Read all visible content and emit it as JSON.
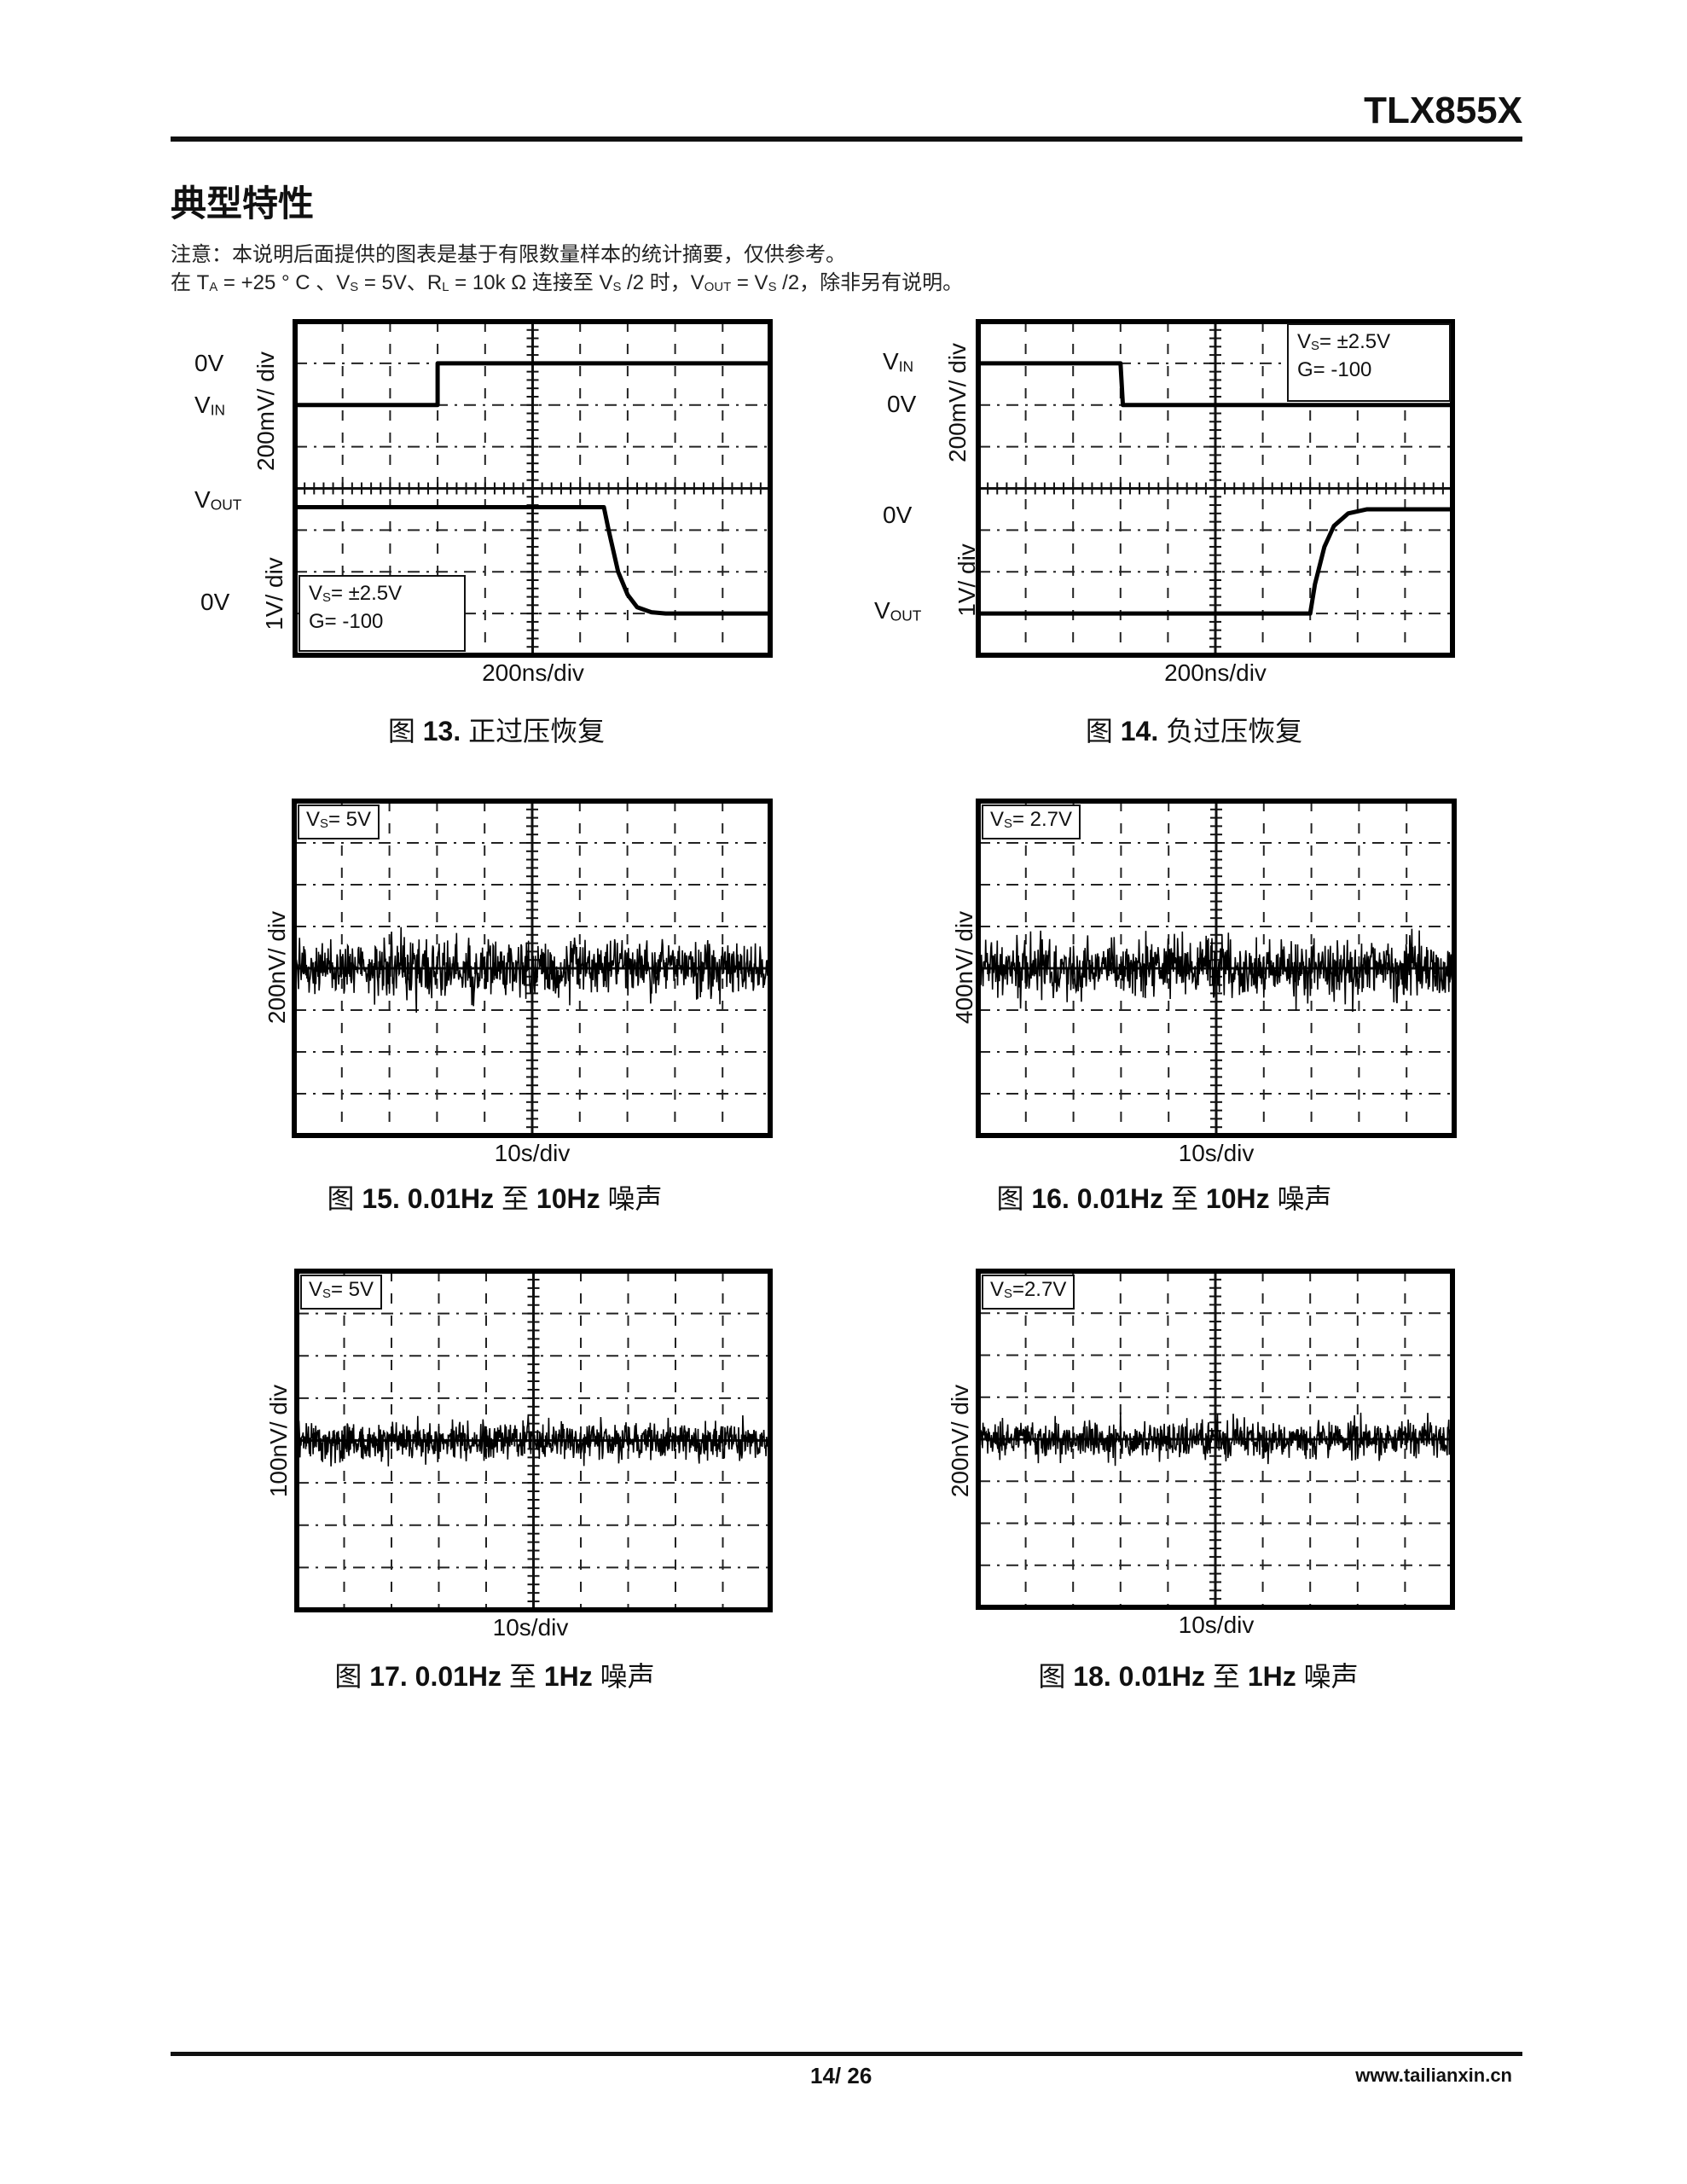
{
  "header": {
    "part": "TLX855X"
  },
  "section_title": "典型特性",
  "notes": {
    "line1": "注意：本说明后面提供的图表是基于有限数量样本的统计摘要，仅供参考。",
    "line2_a": "在 T",
    "line2_a_sub": "A",
    "line2_b": " = +25 ° C 、V",
    "line2_b_sub": "S",
    "line2_c": " = 5V、R",
    "line2_c_sub": "L",
    "line2_d": " = 10k Ω 连接至 V",
    "line2_d_sub": "S",
    "line2_e": " /2 时，V",
    "line2_e_sub": "OUT",
    "line2_f": " = V",
    "line2_f_sub": "S",
    "line2_g": " /2，除非另有说明。"
  },
  "labels": {
    "v": "V",
    "in": "IN",
    "out": "OUT",
    "s": "S",
    "zero": "0V"
  },
  "chart_data": [
    {
      "id": "fig13",
      "type": "line",
      "caption_prefix": "图 ",
      "caption_num": "13.",
      "caption_text": " 正过压恢复",
      "xlabel": "200ns/div",
      "ylabel_top": "200mV/ div",
      "ylabel_bottom": "1V/ div",
      "legend_vs": "= ±2.5V",
      "legend_g": "G= -100",
      "legend_pos": "bottom-left",
      "xdiv": 10,
      "ydiv": 8,
      "series": [
        {
          "name": "VIN",
          "x": [
            0,
            3,
            3,
            10
          ],
          "y": [
            2,
            2,
            1,
            1
          ]
        },
        {
          "name": "VOUT",
          "x": [
            0,
            6.5,
            6.6,
            6.8,
            7.0,
            7.2,
            7.5,
            7.8,
            10
          ],
          "y": [
            4.45,
            4.45,
            5.0,
            6.0,
            6.55,
            6.85,
            6.97,
            7.0,
            7.0
          ]
        }
      ]
    },
    {
      "id": "fig14",
      "type": "line",
      "caption_prefix": "图 ",
      "caption_num": "14.",
      "caption_text": " 负过压恢复",
      "xlabel": "200ns/div",
      "ylabel_top": "200mV/ div",
      "ylabel_bottom": "1V/ div",
      "legend_vs": "= ±2.5V",
      "legend_g": "G= -100",
      "legend_pos": "top-right",
      "xdiv": 10,
      "ydiv": 8,
      "series": [
        {
          "name": "VIN",
          "x": [
            0,
            3,
            3.05,
            10
          ],
          "y": [
            1,
            1,
            2,
            2
          ]
        },
        {
          "name": "VOUT",
          "x": [
            0,
            7.0,
            7.1,
            7.3,
            7.5,
            7.8,
            8.2,
            10
          ],
          "y": [
            7,
            7,
            6.3,
            5.4,
            4.9,
            4.6,
            4.5,
            4.5
          ]
        }
      ]
    },
    {
      "id": "fig15",
      "type": "line",
      "caption_prefix": "图 ",
      "caption_num": "15. 0.01Hz",
      "caption_mid": " 至 ",
      "caption_num2": "10Hz",
      "caption_text": " 噪声",
      "xlabel": "10s/div",
      "ylabel": "200nV/ div",
      "legend_vs": "= 5V",
      "xdiv": 10,
      "ydiv": 8,
      "noise": {
        "center_div": 4,
        "amplitude_div": 0.75,
        "seed": 15
      }
    },
    {
      "id": "fig16",
      "type": "line",
      "caption_prefix": "图 ",
      "caption_num": "16. 0.01Hz",
      "caption_mid": " 至 ",
      "caption_num2": "10Hz",
      "caption_text": " 噪声",
      "xlabel": "10s/div",
      "ylabel": "400nV/ div",
      "legend_vs": "= 2.7V",
      "xdiv": 10,
      "ydiv": 8,
      "noise": {
        "center_div": 4,
        "amplitude_div": 0.75,
        "seed": 16
      }
    },
    {
      "id": "fig17",
      "type": "line",
      "caption_prefix": "图 ",
      "caption_num": "17. 0.01Hz",
      "caption_mid": " 至 ",
      "caption_num2": "1Hz",
      "caption_text": " 噪声",
      "xlabel": "10s/div",
      "ylabel": "100nV/ div",
      "legend_vs": "= 5V",
      "xdiv": 10,
      "ydiv": 8,
      "noise": {
        "center_div": 4,
        "amplitude_div": 0.5,
        "seed": 17
      }
    },
    {
      "id": "fig18",
      "type": "line",
      "caption_prefix": "图 ",
      "caption_num": "18. 0.01Hz",
      "caption_mid": " 至 ",
      "caption_num2": "1Hz",
      "caption_text": " 噪声",
      "xlabel": "10s/div",
      "ylabel": "200nV/ div",
      "legend_vs": "=2.7V",
      "xdiv": 10,
      "ydiv": 8,
      "noise": {
        "center_div": 4,
        "amplitude_div": 0.5,
        "seed": 18
      }
    }
  ],
  "footer": {
    "page": "14/ 26",
    "url": "www.tailianxin.cn"
  }
}
